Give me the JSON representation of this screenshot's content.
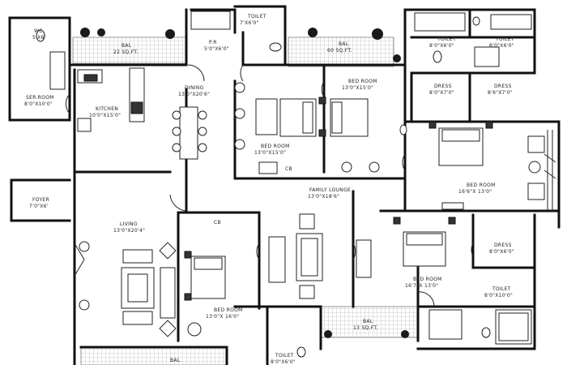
{
  "rooms": {
    "wc": {
      "name": "WC",
      "dim": "5'X6'"
    },
    "toilet_top_left": {
      "name": "TOILET",
      "dim": "7'X6'0\""
    },
    "toilet_top_right_a": {
      "name": "TOILET",
      "dim": "8'0\"X6'0\""
    },
    "toilet_top_right_b": {
      "name": "TOILET",
      "dim": "8'0\"X6'0\""
    },
    "bal_top_left": {
      "name": "BAL",
      "dim": "22 SQ.FT."
    },
    "bal_top_center": {
      "name": "BAL",
      "dim": "60 SQ.FT."
    },
    "ser_room": {
      "name": "SER.ROOM",
      "dim": "8'0\"X10'0\""
    },
    "kitchen": {
      "name": "KITCHEN",
      "dim": "10'0\"X15'0\""
    },
    "pr": {
      "name": "P.R",
      "dim": "5'0\"X6'0\""
    },
    "dining": {
      "name": "DINING",
      "dim": "13'0\"X20'6\""
    },
    "bed_room_top_center": {
      "name": "BED ROOM",
      "dim": "13'0\"X15'0\""
    },
    "bed_room_top_mid": {
      "name": "BED ROOM",
      "dim": "13'0\"X15'0\""
    },
    "dress_top_left": {
      "name": "DRESS",
      "dim": "8'0\"X7'0\""
    },
    "dress_top_right": {
      "name": "DRESS",
      "dim": "8'6\"X7'0\""
    },
    "cb_top": {
      "name": "CB"
    },
    "bed_room_right": {
      "name": "BED ROOM",
      "dim": "16'6\"X 13'0\""
    },
    "family_lounge": {
      "name": "FAMILY LOUNGE",
      "dim": "13'0\"X18'6\""
    },
    "foyer": {
      "name": "FOYER",
      "dim": "7'0\"X6'"
    },
    "living": {
      "name": "LIVING",
      "dim": "13'0\"X20'4\""
    },
    "cb_mid": {
      "name": "CB"
    },
    "bed_room_lower_left": {
      "name": "BED ROOM",
      "dim": "13'0\"X 16'0\""
    },
    "bed_room_lower_right": {
      "name": "BED ROOM",
      "dim": "16'7\"X 13'0\""
    },
    "dress_lower": {
      "name": "DRESS",
      "dim": "8'0\"X6'0\""
    },
    "toilet_lower_right": {
      "name": "TOILET",
      "dim": "8'0\"X10'0\""
    },
    "bal_lower_center": {
      "name": "BAL",
      "dim": "13 SQ.FT."
    },
    "toilet_bottom": {
      "name": "TOILET",
      "dim": "8'0\"X6'0\""
    },
    "bal_bottom_left": {
      "name": "BAL"
    }
  },
  "icons": {
    "plant": "plant-icon",
    "bed": "double-bed-icon",
    "sofa": "sofa-icon",
    "chair": "chair-icon",
    "table": "table-icon",
    "wc_fixture": "toilet-fixture-icon",
    "sink": "sink-icon",
    "tub": "bathtub-icon",
    "stove": "stove-icon",
    "door": "door-swing-icon"
  }
}
